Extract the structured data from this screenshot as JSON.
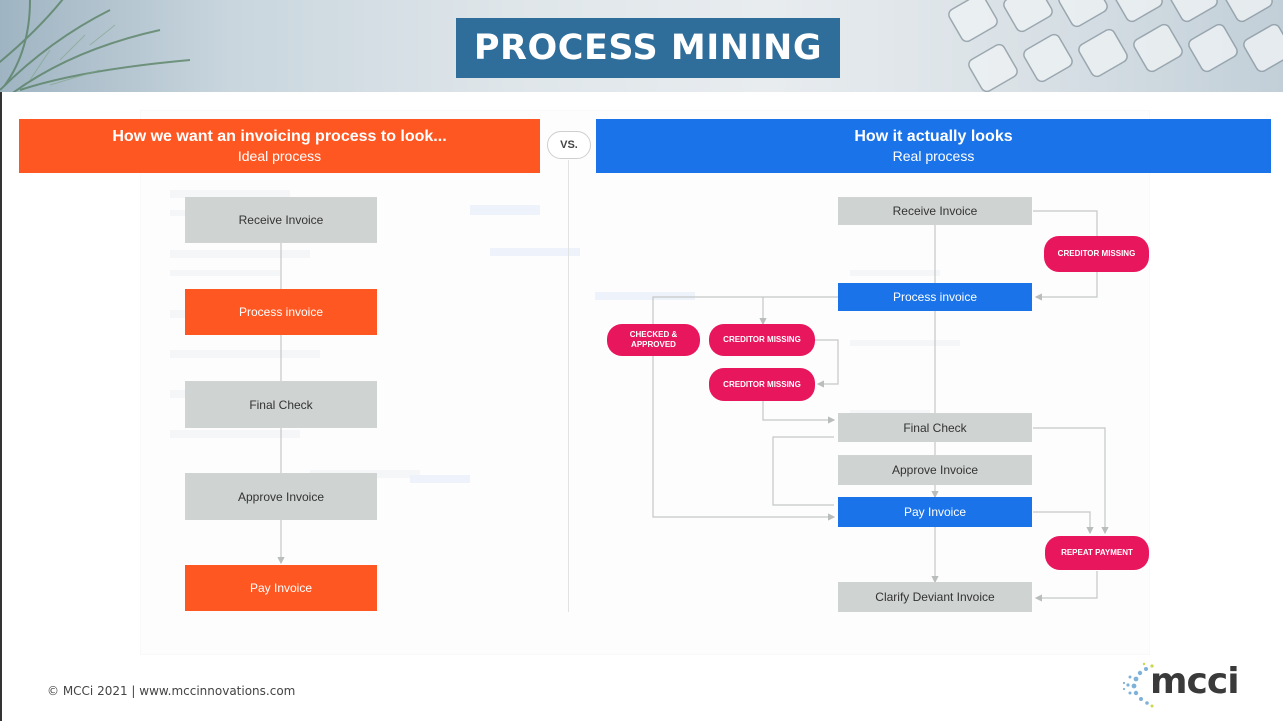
{
  "title": "PROCESS MINING",
  "left_header": {
    "main": "How we want an invoicing process to look...",
    "sub": "Ideal process"
  },
  "right_header": {
    "main": "How it actually looks",
    "sub": "Real process"
  },
  "vs_label": "VS.",
  "ideal_steps": [
    {
      "label": "Receive Invoice",
      "color": "gray"
    },
    {
      "label": "Process invoice",
      "color": "orange"
    },
    {
      "label": "Final Check",
      "color": "gray"
    },
    {
      "label": "Approve Invoice",
      "color": "gray"
    },
    {
      "label": "Pay Invoice",
      "color": "orange"
    }
  ],
  "real_steps": {
    "receive": "Receive Invoice",
    "process": "Process invoice",
    "final_check": "Final Check",
    "approve": "Approve Invoice",
    "pay": "Pay Invoice",
    "clarify": "Clarify Deviant Invoice"
  },
  "exceptions": {
    "creditor_missing_1": "CREDITOR MISSING",
    "checked_approved_line1": "CHECKED &",
    "checked_approved_line2": "APPROVED",
    "creditor_missing_2": "CREDITOR MISSING",
    "creditor_missing_3": "CREDITOR MISSING",
    "repeat_payment": "REPEAT PAYMENT"
  },
  "footer": "© MCCi 2021 | www.mccinnovations.com",
  "logo_text": "mcci",
  "colors": {
    "orange": "#ff5722",
    "blue": "#1a73e8",
    "gray": "#cfd3d1",
    "pink": "#e8175d",
    "title_bg": "#2f6e9a"
  }
}
